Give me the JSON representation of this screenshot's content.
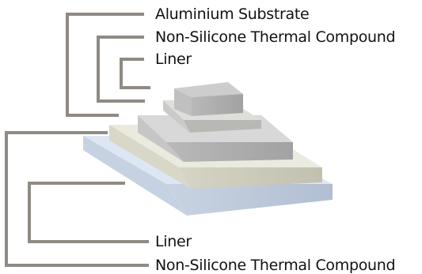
{
  "labels": {
    "l1": "Aluminium Substrate",
    "l2": "Non-Silicone Thermal Compound",
    "l3": "Liner",
    "l4": "Liner",
    "l5": "Non-Silicone Thermal Compound"
  },
  "colors": {
    "leader": "#8f8a84",
    "base_layer_top": "#dde7f3",
    "compound_top": "#ebeadf",
    "substrate_top": "#d5d5d5",
    "top_block": "#cdcdcd"
  }
}
